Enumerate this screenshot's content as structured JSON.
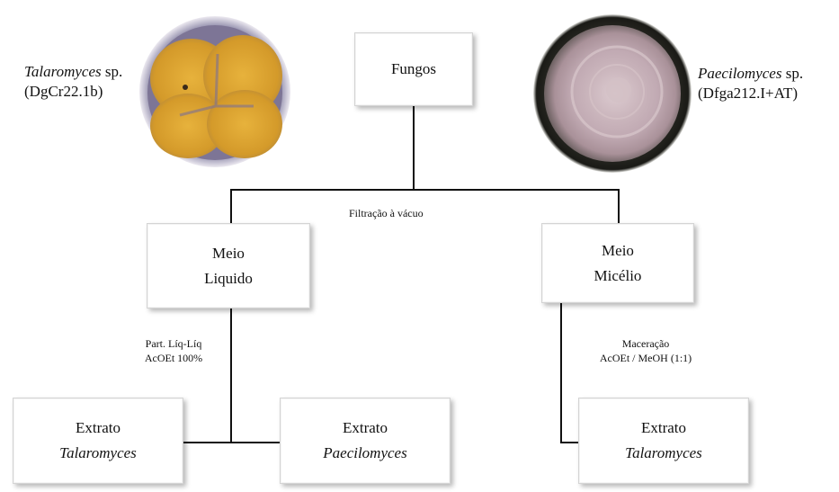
{
  "nodes": {
    "fungos": {
      "line1": "Fungos"
    },
    "meio_liquido": {
      "line1": "Meio",
      "line2": "Liquido"
    },
    "meio_micelio": {
      "line1": "Meio",
      "line2": "Micélio"
    },
    "extrato_talaromyces_left": {
      "line1": "Extrato",
      "line2": "Talaromyces"
    },
    "extrato_paecilomyces": {
      "line1": "Extrato",
      "line2": "Paecilomyces"
    },
    "extrato_talaromyces_right": {
      "line1": "Extrato",
      "line2": "Talaromyces"
    }
  },
  "captions": {
    "left_species_genus": "Talaromyces",
    "left_species_suffix": " sp.",
    "left_strain": "(DgCr22.1b)",
    "right_species_genus": "Paecilomyces",
    "right_species_suffix": " sp.",
    "right_strain": "(Dfga212.I+AT)"
  },
  "edge_labels": {
    "filtration": "Filtração à vácuo",
    "partition_line1": "Part. Líq-Líq",
    "partition_line2": "AcOEt  100%",
    "maceration_line1": "Maceração",
    "maceration_line2": "AcOEt / MeOH (1:1)"
  },
  "colors": {
    "left_dish_culture": "#d9a02e",
    "left_dish_rim": "#6f6a86",
    "right_dish_culture": "#c3aeb6",
    "right_dish_rim": "#1e1e1a"
  }
}
